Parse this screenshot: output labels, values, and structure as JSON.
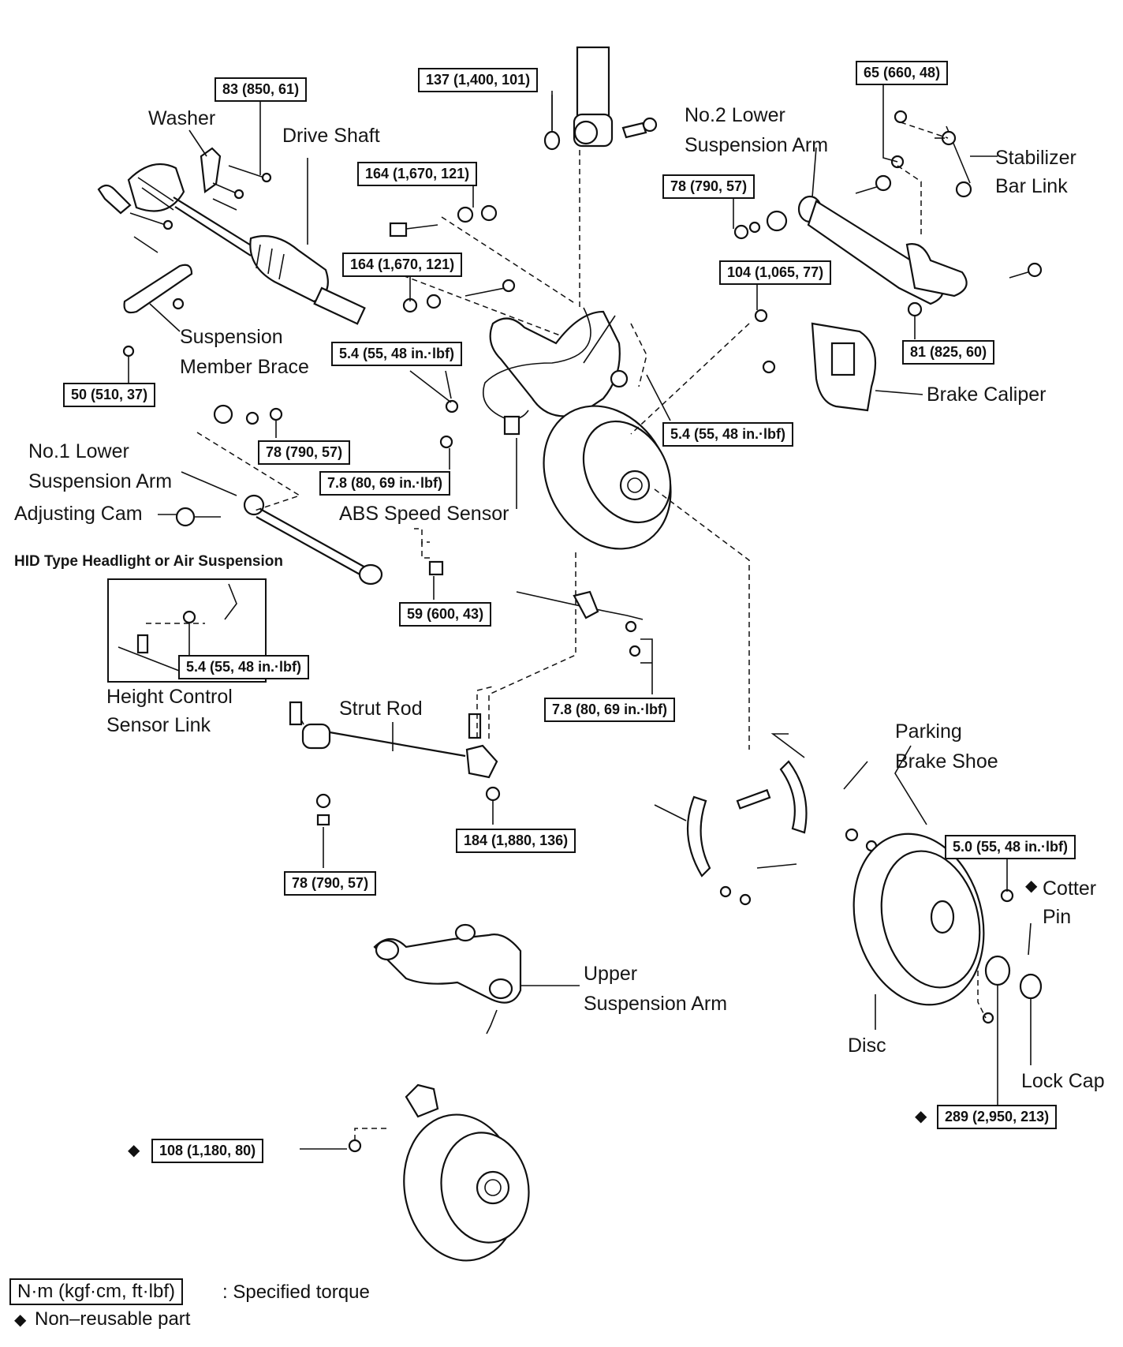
{
  "diagram": {
    "parts": {
      "washer": "Washer",
      "drive_shaft": "Drive Shaft",
      "no2_lower_arm": "No.2 Lower\nSuspension Arm",
      "stabilizer_link": "Stabilizer\nBar Link",
      "suspension_member_brace": "Suspension\nMember Brace",
      "brake_caliper": "Brake Caliper",
      "no1_lower_arm": "No.1 Lower\nSuspension Arm",
      "adjusting_cam": "Adjusting Cam",
      "abs_speed_sensor": "ABS Speed Sensor",
      "hid_note": "HID Type Headlight or Air Suspension",
      "height_control_link": "Height Control\nSensor Link",
      "strut_rod": "Strut Rod",
      "parking_brake_shoe": "Parking\nBrake Shoe",
      "cotter_pin": "Cotter\nPin",
      "upper_arm": "Upper\nSuspension Arm",
      "disc": "Disc",
      "lock_cap": "Lock Cap"
    },
    "torques": {
      "t137": "137 (1,400, 101)",
      "t83": "83 (850, 61)",
      "t164a": "164 (1,670, 121)",
      "t164b": "164 (1,670, 121)",
      "t65": "65 (660, 48)",
      "t78top": "78 (790, 57)",
      "t104": "104 (1,065, 77)",
      "t81": "81 (825, 60)",
      "t54a": "5.4 (55, 48 in.·lbf)",
      "t50": "50 (510, 37)",
      "t54b": "5.4 (55, 48 in.·lbf)",
      "t78mid": "78 (790, 57)",
      "t78a": "7.8 (80, 69 in.·lbf)",
      "t59": "59 (600, 43)",
      "t54c": "5.4 (55, 48 in.·lbf)",
      "t78b": "7.8 (80, 69 in.·lbf)",
      "t184": "184 (1,880, 136)",
      "t78bot": "78 (790, 57)",
      "t50small": "5.0 (55, 48 in.·lbf)",
      "t289": "289 (2,950, 213)",
      "t108": "108 (1,180, 80)"
    },
    "nonreusable_mark": "◆"
  },
  "legend": {
    "unit_box": "N·m (kgf·cm, ft·lbf)",
    "unit_text": ": Specified torque",
    "diamond": "◆",
    "nonreusable_text": "Non–reusable part"
  }
}
